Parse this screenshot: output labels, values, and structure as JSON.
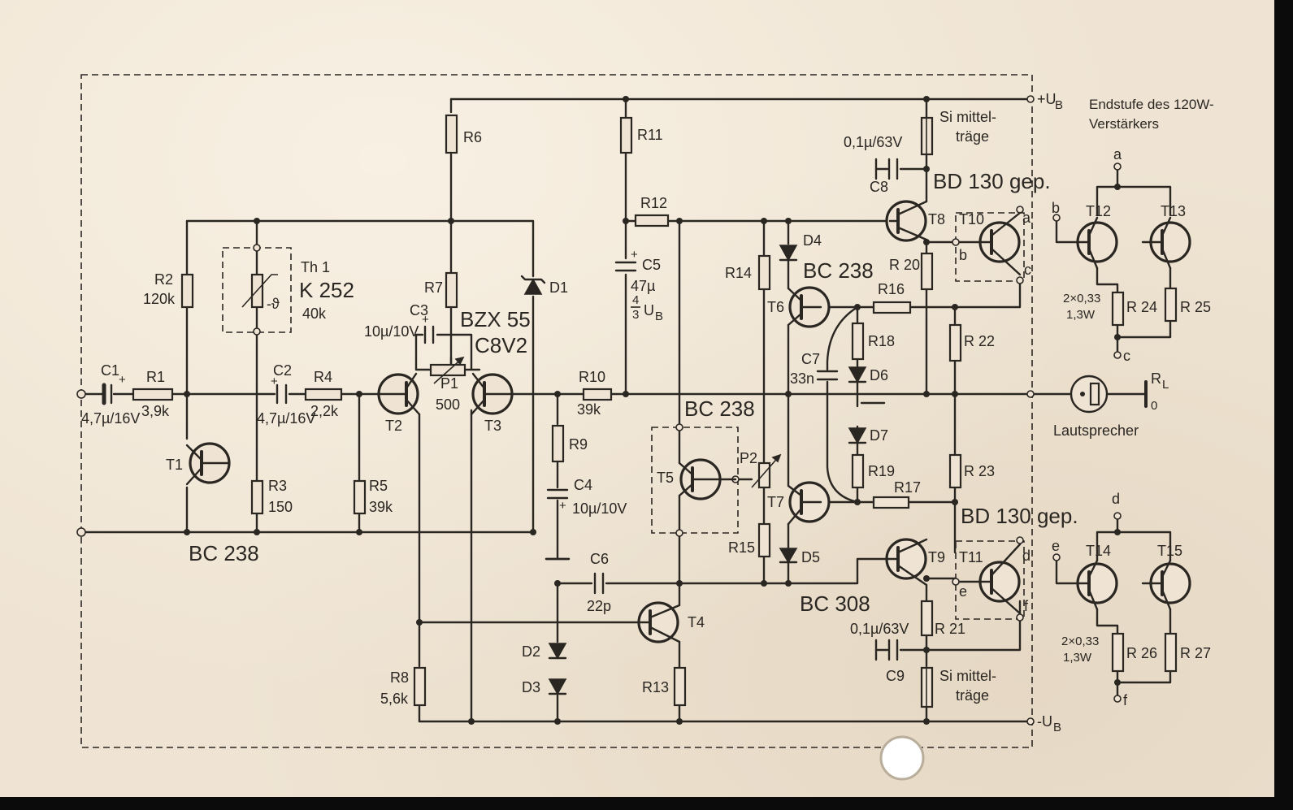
{
  "title_line1": "Endstufe des 120W-",
  "title_line2": "Verstärkers",
  "rails": {
    "pos": "+U",
    "pos_sub": "B",
    "neg": "-U",
    "neg_sub": "B"
  },
  "load": {
    "label": "R",
    "sub": "L",
    "zero": "0",
    "speaker": "Lautsprecher"
  },
  "resistors": {
    "R1": {
      "name": "R1",
      "value": "3,9k"
    },
    "R2": {
      "name": "R2",
      "value": "120k"
    },
    "R3": {
      "name": "R3",
      "value": "150"
    },
    "R4": {
      "name": "R4",
      "value": "2,2k"
    },
    "R5": {
      "name": "R5",
      "value": "39k"
    },
    "R6": {
      "name": "R6"
    },
    "R7": {
      "name": "R7"
    },
    "R8": {
      "name": "R8",
      "value": "5,6k"
    },
    "R9": {
      "name": "R9"
    },
    "R10": {
      "name": "R10",
      "value": "39k"
    },
    "R11": {
      "name": "R11"
    },
    "R12": {
      "name": "R12"
    },
    "R13": {
      "name": "R13"
    },
    "R14": {
      "name": "R14"
    },
    "R15": {
      "name": "R15"
    },
    "R16": {
      "name": "R16"
    },
    "R17": {
      "name": "R17"
    },
    "R18": {
      "name": "R18"
    },
    "R19": {
      "name": "R19"
    },
    "R20": {
      "name": "R 20"
    },
    "R21": {
      "name": "R 21"
    },
    "R22": {
      "name": "R 22"
    },
    "R23": {
      "name": "R 23"
    },
    "R24": {
      "name": "R 24"
    },
    "R25": {
      "name": "R 25"
    },
    "R26": {
      "name": "R 26"
    },
    "R27": {
      "name": "R 27"
    },
    "R24_26_value": {
      "line1": "2×0,33",
      "line2": "1,3W"
    }
  },
  "capacitors": {
    "C1": {
      "name": "C1",
      "value": "4,7µ/16V"
    },
    "C2": {
      "name": "C2",
      "value": "4,7µ/16V"
    },
    "C3": {
      "name": "C3",
      "value": "10µ/10V"
    },
    "C4": {
      "name": "C4",
      "value": "10µ/10V"
    },
    "C5": {
      "name": "C5",
      "value": "47µ",
      "v1": "4",
      "v2": "3",
      "v3": "U",
      "v3sub": "B"
    },
    "C6": {
      "name": "C6",
      "value": "22p"
    },
    "C7": {
      "name": "C7",
      "value": "33n"
    },
    "C8": {
      "name": "C8",
      "value": "0,1µ/63V"
    },
    "C9": {
      "name": "C9",
      "value": "0,1µ/63V"
    }
  },
  "pots": {
    "P1": {
      "name": "P1",
      "value": "500"
    },
    "P2": {
      "name": "P2"
    }
  },
  "thermistor": {
    "name": "Th 1",
    "type": "K 252",
    "value": "40k",
    "sym": "-ϑ"
  },
  "zener": {
    "name": "D1",
    "type_line1": "BZX 55",
    "type_line2": "C8V2"
  },
  "diodes": [
    "D2",
    "D3",
    "D4",
    "D5",
    "D6",
    "D7"
  ],
  "fuses": {
    "line1": "Si mittel-",
    "line2": "träge"
  },
  "transistors": {
    "T1": "T1",
    "T2": "T2",
    "T3": "T3",
    "T4": "T4",
    "T5": "T5",
    "T6": "T6",
    "T7": "T7",
    "T8": "T8",
    "T9": "T9",
    "T10": "T10",
    "T11": "T11",
    "T12": "T12",
    "T13": "T13",
    "T14": "T14",
    "T15": "T15"
  },
  "types": {
    "bc238_a": "BC 238",
    "bc238_b": "BC 238",
    "bc238_c": "BC 238",
    "bd130_a": "BD 130 gep.",
    "bd130_b": "BD 130 gep.",
    "bc308": "BC 308"
  },
  "terminals": [
    "a",
    "b",
    "c",
    "d",
    "e",
    "f"
  ]
}
